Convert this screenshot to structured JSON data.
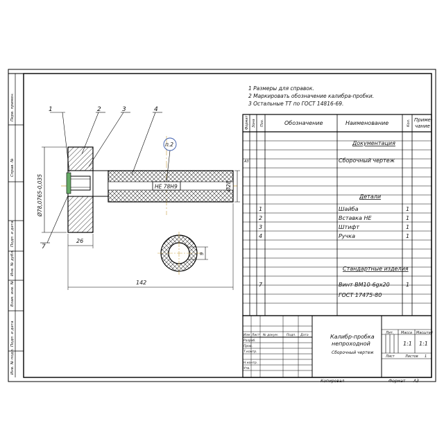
{
  "notes": [
    "1 Размеры для справок.",
    "2 Маркировать обозначение калибра-пробки.",
    "3 Остальные ТТ по ГОСТ 14816-69."
  ],
  "side_stamps": [
    "Перв. примен.",
    "Справ. №",
    "Подп. и дата",
    "Инв. № дубл.",
    "Взам. инв. №",
    "Подп. и дата",
    "Инв. № подл."
  ],
  "drawing": {
    "leaders": [
      "1",
      "2",
      "3",
      "4",
      "7"
    ],
    "note_bubble": "п.2",
    "marking": "НЕ 78Н9",
    "dim_diameter_main": "Ø78,0765-0,035",
    "dim_diameter_handle": "Ø28",
    "dim_26": "26",
    "dim_142": "142",
    "dim_section": "9"
  },
  "spec": {
    "headers": {
      "format": "Формат",
      "zone": "Зона",
      "pos": "Поз.",
      "designation": "Обозначение",
      "name": "Наименование",
      "qty": "Кол.",
      "note1": "Приме-",
      "note2": "чание"
    },
    "rows": [
      {
        "pos": "",
        "name": "Документация",
        "qty": "",
        "kind": "section"
      },
      {
        "fmt": "А3",
        "pos": "",
        "name": "Сборочный чертеж",
        "qty": "",
        "kind": "item"
      },
      {
        "pos": "",
        "name": "Детали",
        "qty": "",
        "kind": "section"
      },
      {
        "pos": "1",
        "name": "Шайба",
        "qty": "1",
        "kind": "item"
      },
      {
        "pos": "2",
        "name": "Вставка НЕ",
        "qty": "1",
        "kind": "item"
      },
      {
        "pos": "3",
        "name": "Штифт",
        "qty": "1",
        "kind": "item"
      },
      {
        "pos": "4",
        "name": "Ручка",
        "qty": "1",
        "kind": "item"
      },
      {
        "pos": "",
        "name": "Стандартные изделия",
        "qty": "",
        "kind": "section"
      },
      {
        "pos": "7",
        "name": "Винт ВМ10-6gх20",
        "qty": "1",
        "kind": "item"
      },
      {
        "pos": "",
        "name": "ГОСТ 17475-80",
        "qty": "",
        "kind": "item"
      }
    ]
  },
  "title_block": {
    "title_line1": "Калибр-пробка",
    "title_line2": "непроходной",
    "doc_type": "Сборочный чертеж",
    "lit_label": "Лит.",
    "mass_label": "Масса",
    "scale_label": "Масштаб",
    "mass_value": "1:1",
    "scale_value": "1:1",
    "sheet_label": "Лист",
    "sheets_label": "Листов",
    "sheets_value": "1",
    "roles": [
      "Изм",
      "Лист",
      "№ докум.",
      "Подп.",
      "Дата"
    ],
    "people": [
      "Разраб.",
      "Пров.",
      "Т.контр.",
      "",
      "Н.контр.",
      "Утв."
    ]
  },
  "footer": {
    "copied": "Копировал",
    "format_label": "Формат",
    "format_value": "А3"
  }
}
